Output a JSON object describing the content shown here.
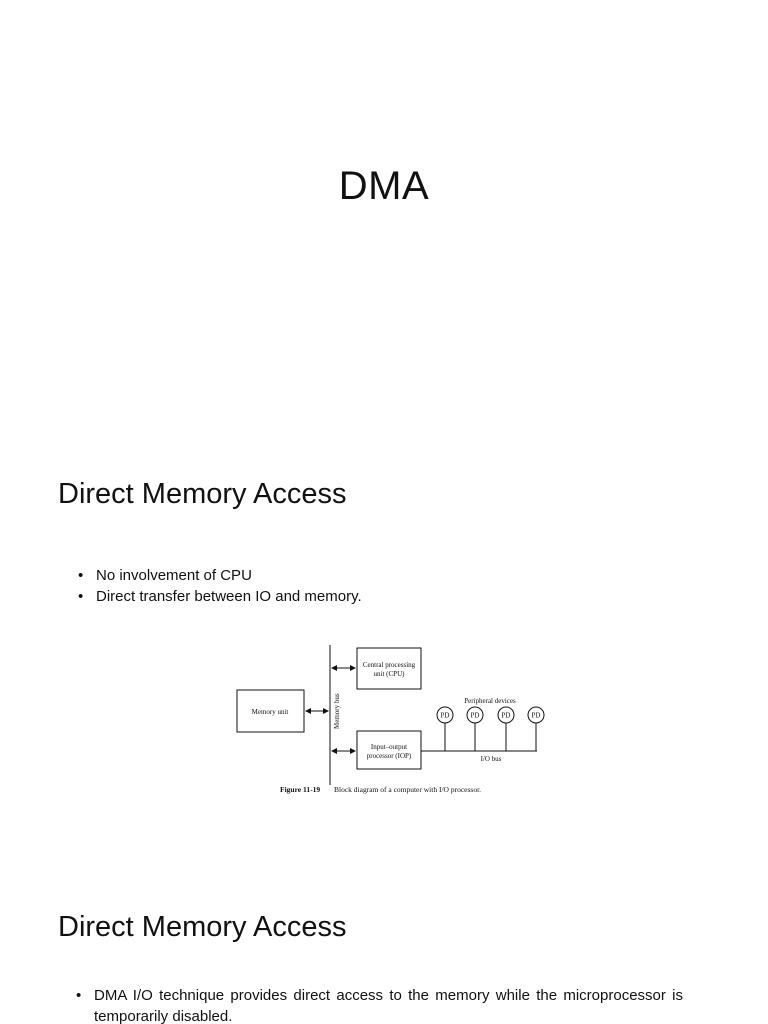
{
  "slides": [
    {
      "title": "DMA"
    },
    {
      "heading": "Direct Memory Access",
      "bullets": [
        "No involvement of CPU",
        "Direct transfer between IO and memory."
      ],
      "figure": {
        "cpu_line1": "Central processing",
        "cpu_line2": "unit (CPU)",
        "memory_unit": "Memory unit",
        "memory_bus": "Memory bus",
        "iop_line1": "Input–output",
        "iop_line2": "processor (IOP)",
        "peripheral_label": "Peripheral devices",
        "pd": [
          "PD",
          "PD",
          "PD",
          "PD"
        ],
        "io_bus": "I/O bus",
        "caption_number": "Figure 11-19",
        "caption_text": "Block diagram of a computer with I/O processor."
      }
    },
    {
      "heading": "Direct Memory Access",
      "bullets": [
        "DMA I/O technique provides direct access to the memory while the microprocessor is temporarily disabled."
      ]
    }
  ],
  "bullet_symbol": "•"
}
